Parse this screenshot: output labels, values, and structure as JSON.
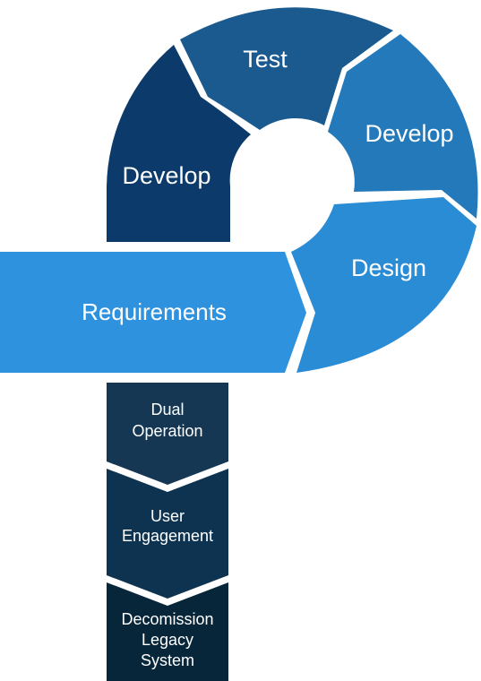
{
  "cycle": {
    "develop_left": "Develop",
    "test": "Test",
    "develop_right": "Develop",
    "design": "Design"
  },
  "requirements": "Requirements",
  "steps": [
    {
      "line1": "Dual",
      "line2": "Operation"
    },
    {
      "line1": "User",
      "line2": "Engagement"
    },
    {
      "line1": "Decomission",
      "line2": "Legacy",
      "line3": "System"
    }
  ],
  "colors": {
    "develop_left": "#0b3a6b",
    "test": "#1b5a8e",
    "develop_right": "#2379b9",
    "design": "#2b8cd6",
    "requirements": "#2f92de",
    "step_dual": "#153753",
    "step_user": "#0e3350",
    "step_legacy": "#08263a"
  }
}
